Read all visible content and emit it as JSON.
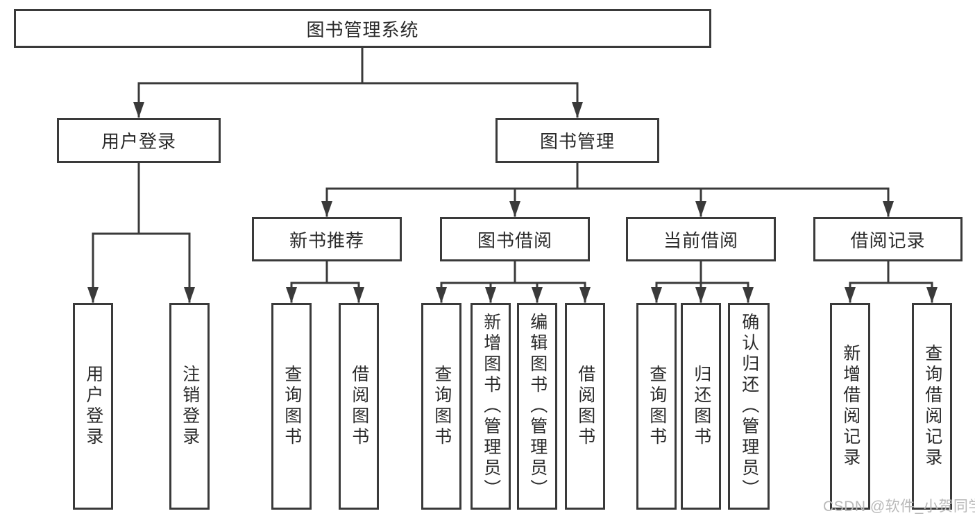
{
  "diagram": {
    "title": "图书管理系统",
    "tree": {
      "root": {
        "label": "图书管理系统",
        "children": [
          {
            "label": "用户登录",
            "children": [
              {
                "label": "用户登录"
              },
              {
                "label": "注销登录"
              }
            ]
          },
          {
            "label": "图书管理",
            "children": [
              {
                "label": "新书推荐",
                "children": [
                  {
                    "label": "查询图书"
                  },
                  {
                    "label": "借阅图书"
                  }
                ]
              },
              {
                "label": "图书借阅",
                "children": [
                  {
                    "label": "查询图书"
                  },
                  {
                    "label": "新增图书（管理员）"
                  },
                  {
                    "label": "编辑图书（管理员）"
                  },
                  {
                    "label": "借阅图书"
                  }
                ]
              },
              {
                "label": "当前借阅",
                "children": [
                  {
                    "label": "查询图书"
                  },
                  {
                    "label": "归还图书"
                  },
                  {
                    "label": "确认归还（管理员）"
                  }
                ]
              },
              {
                "label": "借阅记录",
                "children": [
                  {
                    "label": "新增借阅记录"
                  },
                  {
                    "label": "查询借阅记录"
                  }
                ]
              }
            ]
          }
        ]
      }
    }
  },
  "watermark": {
    "text": "CSDN @软件_小贺同学"
  },
  "colors": {
    "line": "#3a3a3a",
    "text": "#2a2a2a",
    "watermark": "#b9b9b9",
    "background": "#ffffff"
  }
}
